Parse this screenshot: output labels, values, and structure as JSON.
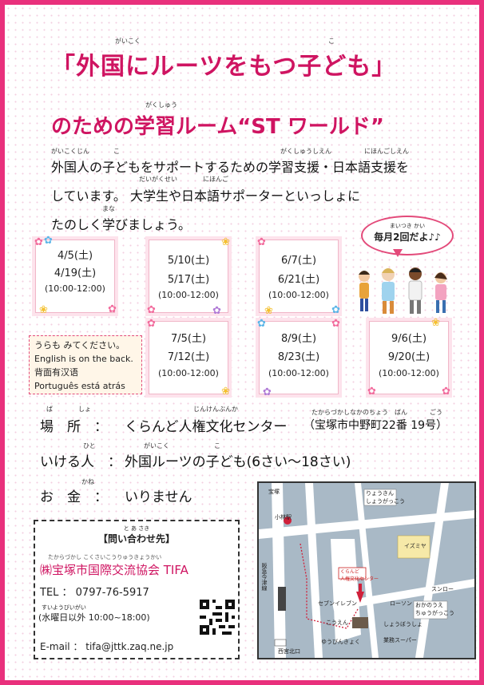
{
  "title": {
    "line1": "「外国にルーツをもつ子ども」",
    "line1_ruby": [
      "がいこく",
      "こ"
    ],
    "line2": "のための学習ルーム“ST ワールド”",
    "line2_ruby": "がくしゅう"
  },
  "intro": {
    "lines": [
      "外国人の子どもをサポートするための学習支援・日本語支援を",
      "しています。 大学生や日本語サポーターといっしょに",
      "たのしく学びましょう。"
    ],
    "ruby": [
      "がいこくじん",
      "こ",
      "がくしゅうしえん",
      "にほんごしえん",
      "だいがくせい",
      "にほんご",
      "まな"
    ]
  },
  "bubble": {
    "ruby": "まいつき かい",
    "text": "毎月2回だよ♪♪"
  },
  "schedule": [
    {
      "date1": "4/5(土)",
      "date2": "4/19(土)",
      "time": "(10:00-12:00)"
    },
    {
      "date1": "5/10(土)",
      "date2": "5/17(土)",
      "time": "(10:00-12:00)"
    },
    {
      "date1": "6/7(土)",
      "date2": "6/21(土)",
      "time": "(10:00-12:00)"
    },
    {
      "date1": "7/5(土)",
      "date2": "7/12(土)",
      "time": "(10:00-12:00)"
    },
    {
      "date1": "8/9(土)",
      "date2": "8/23(土)",
      "time": "(10:00-12:00)"
    },
    {
      "date1": "9/6(土)",
      "date2": "9/20(土)",
      "time": "(10:00-12:00)"
    }
  ],
  "languages": {
    "lines": [
      "うらも みてください。",
      "English is on the back.",
      "背面有汉语",
      "Português está atrás"
    ]
  },
  "info": {
    "place_label": "場　所　：",
    "place_label_ruby": [
      "ば",
      "しょ"
    ],
    "place_value": "くらんど人権文化センター",
    "place_value_ruby": "じんけんぶんか",
    "place_address": "（宝塚市中野町22番 19号）",
    "place_address_ruby": [
      "たからづかしなかのちょう",
      "ばん",
      "ごう"
    ],
    "target_label": "いける人　：",
    "target_label_ruby": "ひと",
    "target_value": "外国ルーツの子ども(6さい～18さい)",
    "target_value_ruby": [
      "がいこく",
      "こ"
    ],
    "fee_label": "お　金　：",
    "fee_label_ruby": "かね",
    "fee_value": "いりません"
  },
  "contact": {
    "heading": "【問い合わせ先】",
    "heading_ruby": "と あ さき",
    "org": "㈱宝塚市国際交流協会 TIFA",
    "org_ruby": "たからづかし こくさいこうりゅうきょうかい",
    "tel": "TEL ： 0797-76-5917",
    "hours": "(水曜日以外 10:00~18:00)",
    "hours_ruby": "すいようびいがい",
    "email": "E-mail ： tifa@jttk.zaq.ne.jp"
  },
  "map": {
    "labels": {
      "takarazuka": "宝塚",
      "obayashi": "小林駅",
      "line": "阪急今津線",
      "higashi": "りょうきん\nしょうがっこう",
      "izumiya": "イズミヤ",
      "center_label": "くらんど\n人権文化センター",
      "sunroad": "スンロー",
      "lawson": "ローソン",
      "seven": "セブンイレブン",
      "kouen": "こうえん",
      "school": "しょうぼうしょ",
      "jhs": "おかのうえ\nちゅうがっこう",
      "nishinomiya": "西宮北口",
      "yubinkyoku": "ゆうびんきょく",
      "super": "業務スーパー"
    }
  },
  "colors": {
    "frame": "#e9307c",
    "title": "#cf1461",
    "accent": "#e34a7a"
  }
}
